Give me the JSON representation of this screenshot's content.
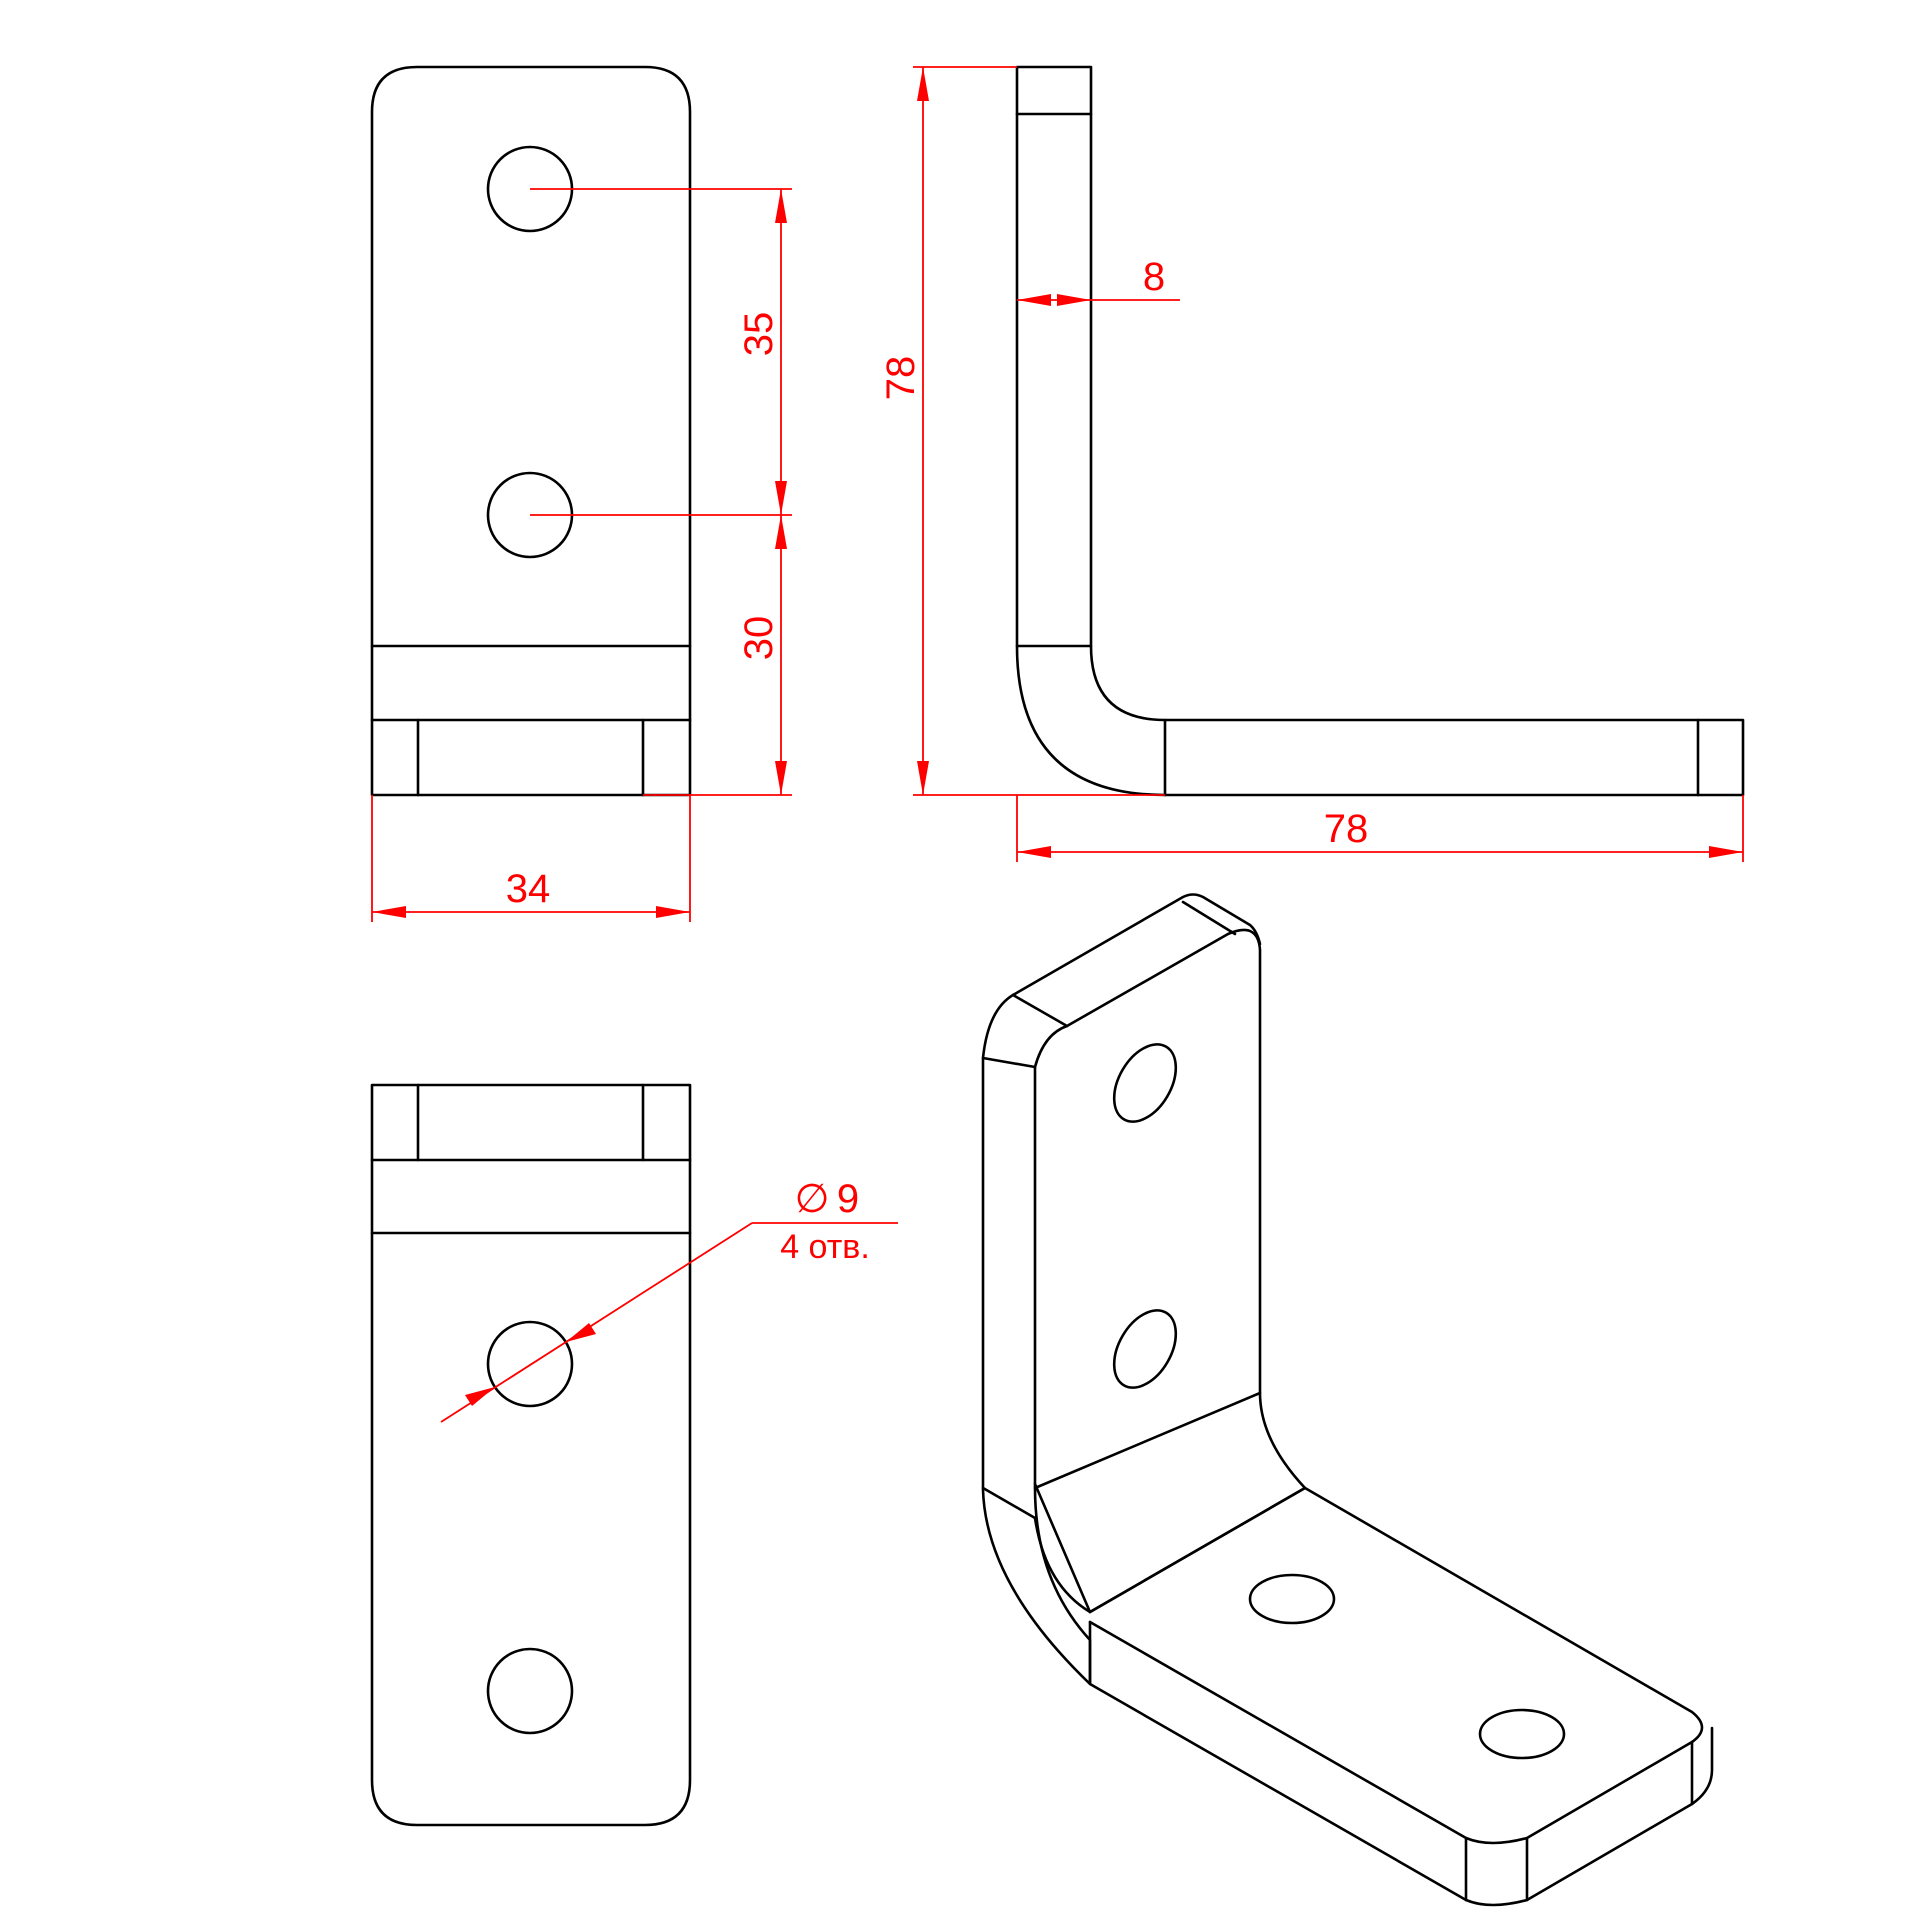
{
  "dimensions": {
    "hole_spacing": "35",
    "hole_to_base": "30",
    "thickness": "8",
    "height": "78",
    "length": "78",
    "width": "34",
    "hole_diameter_symbol": "∅",
    "hole_diameter": "9",
    "hole_count": "4 отв."
  },
  "colors": {
    "object_lines": "#000000",
    "dimension_lines": "#ff0000",
    "background": "#ffffff"
  }
}
